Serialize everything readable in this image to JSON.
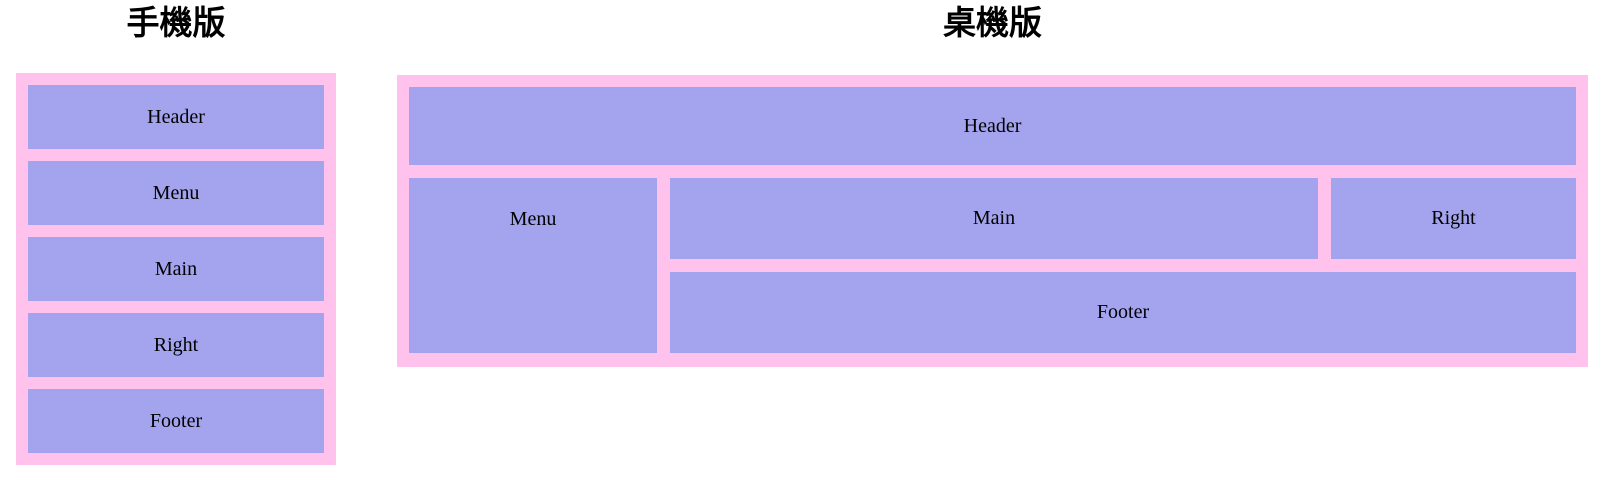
{
  "colors": {
    "page_background": "#ffffff",
    "container_background": "#ffc2ec",
    "box_background": "#a3a3ee",
    "text": "#000000"
  },
  "diagrams": {
    "mobile": {
      "title": "手機版",
      "boxes": [
        {
          "label": "Header"
        },
        {
          "label": "Menu"
        },
        {
          "label": "Main"
        },
        {
          "label": "Right"
        },
        {
          "label": "Footer"
        }
      ]
    },
    "desktop": {
      "title": "桌機版",
      "boxes": {
        "header": "Header",
        "menu": "Menu",
        "main": "Main",
        "right": "Right",
        "footer": "Footer"
      }
    }
  }
}
